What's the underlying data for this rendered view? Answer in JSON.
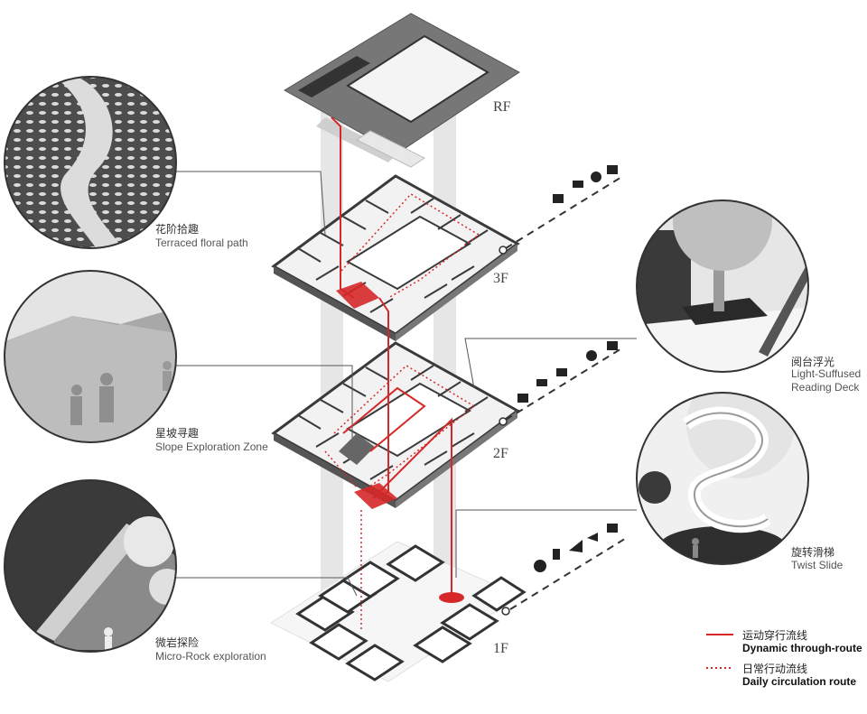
{
  "floors": {
    "rf": "RF",
    "f3": "3F",
    "f2": "2F",
    "f1": "1F"
  },
  "callouts": {
    "floral_path": {
      "cn": "花阶拾趣",
      "en": "Terraced floral path"
    },
    "slope_zone": {
      "cn": "星坡寻趣",
      "en": "Slope Exploration Zone"
    },
    "micro_rock": {
      "cn": "微岩探险",
      "en": "Micro-Rock exploration"
    },
    "reading_deck": {
      "cn": "阅台浮光",
      "en_line1": "Light-Suffused",
      "en_line2": "Reading Deck"
    },
    "twist_slide": {
      "cn": "旋转滑梯",
      "en": "Twist Slide"
    }
  },
  "legend": {
    "dynamic": {
      "cn": "运动穿行流线",
      "en": "Dynamic through-route"
    },
    "daily": {
      "cn": "日常行动流线",
      "en": "Daily circulation route"
    }
  },
  "colors": {
    "route_red": "#d62828",
    "shaft": "#dcdcdc",
    "floor_fill": "#f2f2f2",
    "wall": "#3a3a3a",
    "circle_bg": "#cfcfcf"
  },
  "icons": [
    "classroom-icon",
    "sleep-icon",
    "reading-icon",
    "music-icon",
    "play-icon",
    "slide-icon"
  ]
}
